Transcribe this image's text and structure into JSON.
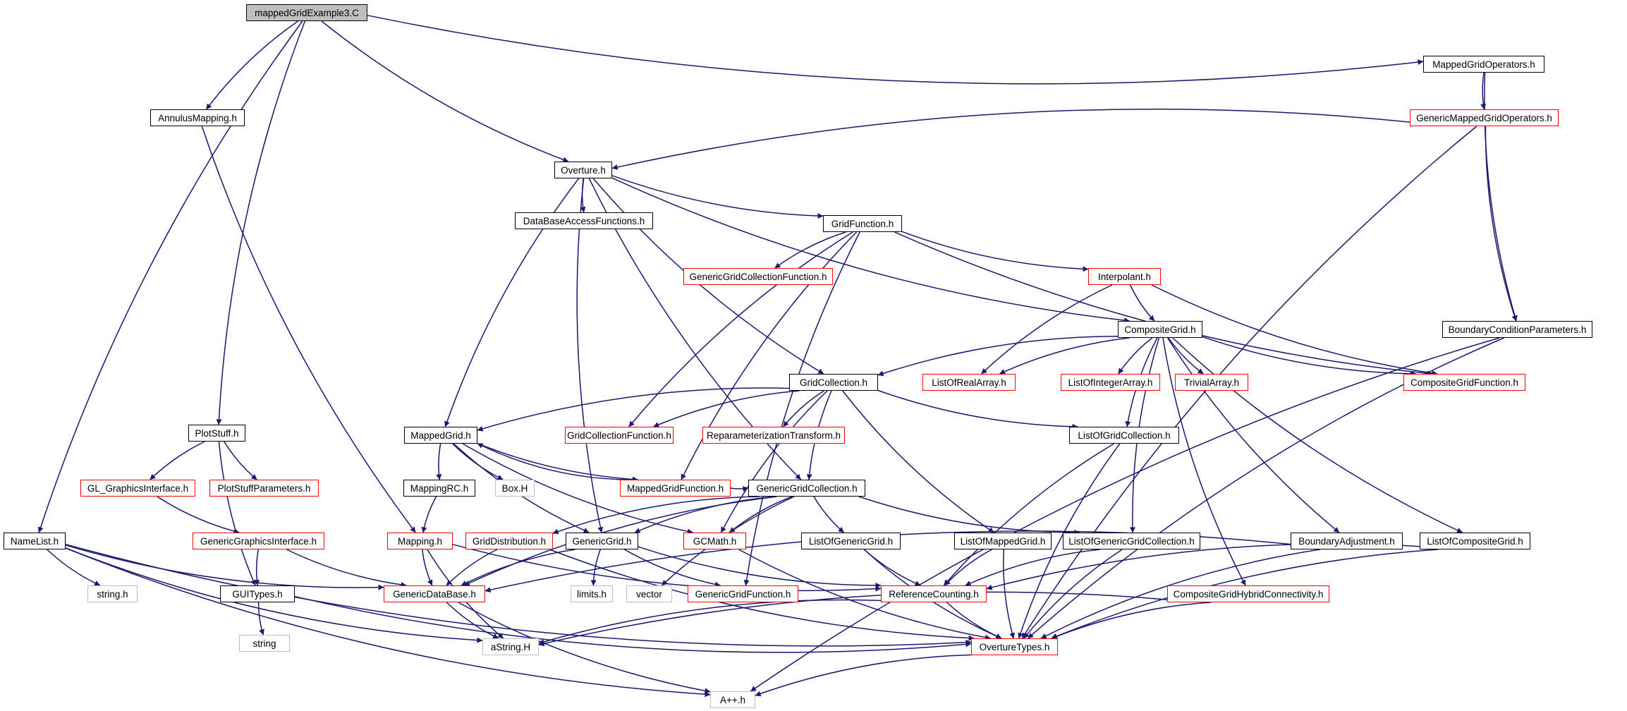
{
  "diagram": {
    "edge_color": "#191970",
    "nodes": [
      {
        "id": "root",
        "label": "mappedGridExample3.C",
        "style": "root"
      },
      {
        "id": "annulus",
        "label": "AnnulusMapping.h",
        "style": "black"
      },
      {
        "id": "overture",
        "label": "Overture.h",
        "style": "black"
      },
      {
        "id": "mgops",
        "label": "MappedGridOperators.h",
        "style": "black"
      },
      {
        "id": "genmgops",
        "label": "GenericMappedGridOperators.h",
        "style": "red"
      },
      {
        "id": "dbaf",
        "label": "DataBaseAccessFunctions.h",
        "style": "black"
      },
      {
        "id": "gridfunc",
        "label": "GridFunction.h",
        "style": "black"
      },
      {
        "id": "ggcf",
        "label": "GenericGridCollectionFunction.h",
        "style": "red"
      },
      {
        "id": "interp",
        "label": "Interpolant.h",
        "style": "red"
      },
      {
        "id": "compgrid",
        "label": "CompositeGrid.h",
        "style": "black"
      },
      {
        "id": "bcp",
        "label": "BoundaryConditionParameters.h",
        "style": "black"
      },
      {
        "id": "gridcoll",
        "label": "GridCollection.h",
        "style": "black"
      },
      {
        "id": "lora",
        "label": "ListOfRealArray.h",
        "style": "red"
      },
      {
        "id": "loia",
        "label": "ListOfIntegerArray.h",
        "style": "red"
      },
      {
        "id": "triv",
        "label": "TrivialArray.h",
        "style": "red"
      },
      {
        "id": "cgf",
        "label": "CompositeGridFunction.h",
        "style": "red"
      },
      {
        "id": "plotstuff",
        "label": "PlotStuff.h",
        "style": "black"
      },
      {
        "id": "mappedgrid",
        "label": "MappedGrid.h",
        "style": "black"
      },
      {
        "id": "gcf",
        "label": "GridCollectionFunction.h",
        "style": "red"
      },
      {
        "id": "reparam",
        "label": "ReparameterizationTransform.h",
        "style": "red"
      },
      {
        "id": "logc",
        "label": "ListOfGridCollection.h",
        "style": "black"
      },
      {
        "id": "glgi",
        "label": "GL_GraphicsInterface.h",
        "style": "red"
      },
      {
        "id": "psp",
        "label": "PlotStuffParameters.h",
        "style": "red"
      },
      {
        "id": "mappingrc",
        "label": "MappingRC.h",
        "style": "black"
      },
      {
        "id": "boxh",
        "label": "Box.H",
        "style": "gray"
      },
      {
        "id": "mgf",
        "label": "MappedGridFunction.h",
        "style": "red"
      },
      {
        "id": "ggc",
        "label": "GenericGridCollection.h",
        "style": "black"
      },
      {
        "id": "namelist",
        "label": "NameList.h",
        "style": "black"
      },
      {
        "id": "ggi",
        "label": "GenericGraphicsInterface.h",
        "style": "red"
      },
      {
        "id": "mapping",
        "label": "Mapping.h",
        "style": "red"
      },
      {
        "id": "griddist",
        "label": "GridDistribution.h",
        "style": "red"
      },
      {
        "id": "genericgrid",
        "label": "GenericGrid.h",
        "style": "black"
      },
      {
        "id": "gcmath",
        "label": "GCMath.h",
        "style": "red"
      },
      {
        "id": "logg",
        "label": "ListOfGenericGrid.h",
        "style": "black"
      },
      {
        "id": "lomg",
        "label": "ListOfMappedGrid.h",
        "style": "black"
      },
      {
        "id": "loggc",
        "label": "ListOfGenericGridCollection.h",
        "style": "black"
      },
      {
        "id": "badj",
        "label": "BoundaryAdjustment.h",
        "style": "black"
      },
      {
        "id": "locg",
        "label": "ListOfCompositeGrid.h",
        "style": "black"
      },
      {
        "id": "stringh",
        "label": "string.h",
        "style": "gray"
      },
      {
        "id": "guitypes",
        "label": "GUITypes.h",
        "style": "black"
      },
      {
        "id": "gdb",
        "label": "GenericDataBase.h",
        "style": "red"
      },
      {
        "id": "limits",
        "label": "limits.h",
        "style": "gray"
      },
      {
        "id": "vector",
        "label": "vector",
        "style": "gray"
      },
      {
        "id": "ggf",
        "label": "GenericGridFunction.h",
        "style": "red"
      },
      {
        "id": "refcount",
        "label": "ReferenceCounting.h",
        "style": "red"
      },
      {
        "id": "cghc",
        "label": "CompositeGridHybridConnectivity.h",
        "style": "red"
      },
      {
        "id": "string",
        "label": "string",
        "style": "gray"
      },
      {
        "id": "astring",
        "label": "aString.H",
        "style": "gray"
      },
      {
        "id": "ovtypes",
        "label": "OvertureTypes.h",
        "style": "red"
      },
      {
        "id": "app",
        "label": "A++.h",
        "style": "gray"
      }
    ],
    "edges": [
      [
        "root",
        "annulus"
      ],
      [
        "root",
        "overture"
      ],
      [
        "root",
        "mgops"
      ],
      [
        "root",
        "plotstuff"
      ],
      [
        "root",
        "namelist"
      ],
      [
        "annulus",
        "mapping"
      ],
      [
        "mgops",
        "genmgops"
      ],
      [
        "mgops",
        "bcp"
      ],
      [
        "genmgops",
        "overture"
      ],
      [
        "genmgops",
        "bcp"
      ],
      [
        "genmgops",
        "ovtypes"
      ],
      [
        "overture",
        "dbaf"
      ],
      [
        "overture",
        "gridfunc"
      ],
      [
        "overture",
        "compgrid"
      ],
      [
        "overture",
        "gridcoll"
      ],
      [
        "overture",
        "mappedgrid"
      ],
      [
        "overture",
        "ggc"
      ],
      [
        "overture",
        "genericgrid"
      ],
      [
        "gridfunc",
        "ggcf"
      ],
      [
        "gridfunc",
        "interp"
      ],
      [
        "gridfunc",
        "cgf"
      ],
      [
        "gridfunc",
        "gcf"
      ],
      [
        "gridfunc",
        "mgf"
      ],
      [
        "gridfunc",
        "ggf"
      ],
      [
        "interp",
        "compgrid"
      ],
      [
        "interp",
        "lora"
      ],
      [
        "interp",
        "cgf"
      ],
      [
        "compgrid",
        "gridcoll"
      ],
      [
        "compgrid",
        "lora"
      ],
      [
        "compgrid",
        "loia"
      ],
      [
        "compgrid",
        "triv"
      ],
      [
        "compgrid",
        "cgf"
      ],
      [
        "compgrid",
        "logc"
      ],
      [
        "compgrid",
        "loggc"
      ],
      [
        "compgrid",
        "badj"
      ],
      [
        "compgrid",
        "locg"
      ],
      [
        "compgrid",
        "cghc"
      ],
      [
        "bcp",
        "ovtypes"
      ],
      [
        "bcp",
        "app"
      ],
      [
        "gridcoll",
        "mappedgrid"
      ],
      [
        "gridcoll",
        "gcf"
      ],
      [
        "gridcoll",
        "reparam"
      ],
      [
        "gridcoll",
        "logc"
      ],
      [
        "gridcoll",
        "ggc"
      ],
      [
        "gridcoll",
        "gcmath"
      ],
      [
        "gridcoll",
        "lomg"
      ],
      [
        "plotstuff",
        "glgi"
      ],
      [
        "plotstuff",
        "psp"
      ],
      [
        "plotstuff",
        "guitypes"
      ],
      [
        "glgi",
        "ggi"
      ],
      [
        "mappedgrid",
        "mappingrc"
      ],
      [
        "mappedgrid",
        "boxh"
      ],
      [
        "mappedgrid",
        "mgf"
      ],
      [
        "mappedgrid",
        "genericgrid"
      ],
      [
        "mappedgrid",
        "gcmath"
      ],
      [
        "mgf",
        "mappedgrid"
      ],
      [
        "mgf",
        "ggc"
      ],
      [
        "mappingrc",
        "mapping"
      ],
      [
        "logc",
        "refcount"
      ],
      [
        "logc",
        "ovtypes"
      ],
      [
        "ggc",
        "genericgrid"
      ],
      [
        "ggc",
        "gcmath"
      ],
      [
        "ggc",
        "griddist"
      ],
      [
        "ggc",
        "logg"
      ],
      [
        "ggc",
        "loggc"
      ],
      [
        "ggc",
        "vector"
      ],
      [
        "ggc",
        "gdb"
      ],
      [
        "namelist",
        "stringh"
      ],
      [
        "namelist",
        "gdb"
      ],
      [
        "namelist",
        "astring"
      ],
      [
        "namelist",
        "ovtypes"
      ],
      [
        "namelist",
        "app"
      ],
      [
        "ggi",
        "guitypes"
      ],
      [
        "ggi",
        "gdb"
      ],
      [
        "mapping",
        "gdb"
      ],
      [
        "mapping",
        "astring"
      ],
      [
        "mapping",
        "refcount"
      ],
      [
        "griddist",
        "gdb"
      ],
      [
        "griddist",
        "ovtypes"
      ],
      [
        "genericgrid",
        "gdb"
      ],
      [
        "genericgrid",
        "limits"
      ],
      [
        "genericgrid",
        "ggf"
      ],
      [
        "genericgrid",
        "refcount"
      ],
      [
        "gcmath",
        "ovtypes"
      ],
      [
        "logg",
        "refcount"
      ],
      [
        "logg",
        "ovtypes"
      ],
      [
        "lomg",
        "refcount"
      ],
      [
        "lomg",
        "ovtypes"
      ],
      [
        "loggc",
        "refcount"
      ],
      [
        "loggc",
        "ovtypes"
      ],
      [
        "badj",
        "gdb"
      ],
      [
        "badj",
        "ovtypes"
      ],
      [
        "locg",
        "refcount"
      ],
      [
        "locg",
        "ovtypes"
      ],
      [
        "guitypes",
        "string"
      ],
      [
        "guitypes",
        "ovtypes"
      ],
      [
        "gdb",
        "astring"
      ],
      [
        "gdb",
        "app"
      ],
      [
        "refcount",
        "astring"
      ],
      [
        "refcount",
        "ovtypes"
      ],
      [
        "cghc",
        "astring"
      ],
      [
        "cghc",
        "ovtypes"
      ],
      [
        "ovtypes",
        "app"
      ]
    ]
  }
}
